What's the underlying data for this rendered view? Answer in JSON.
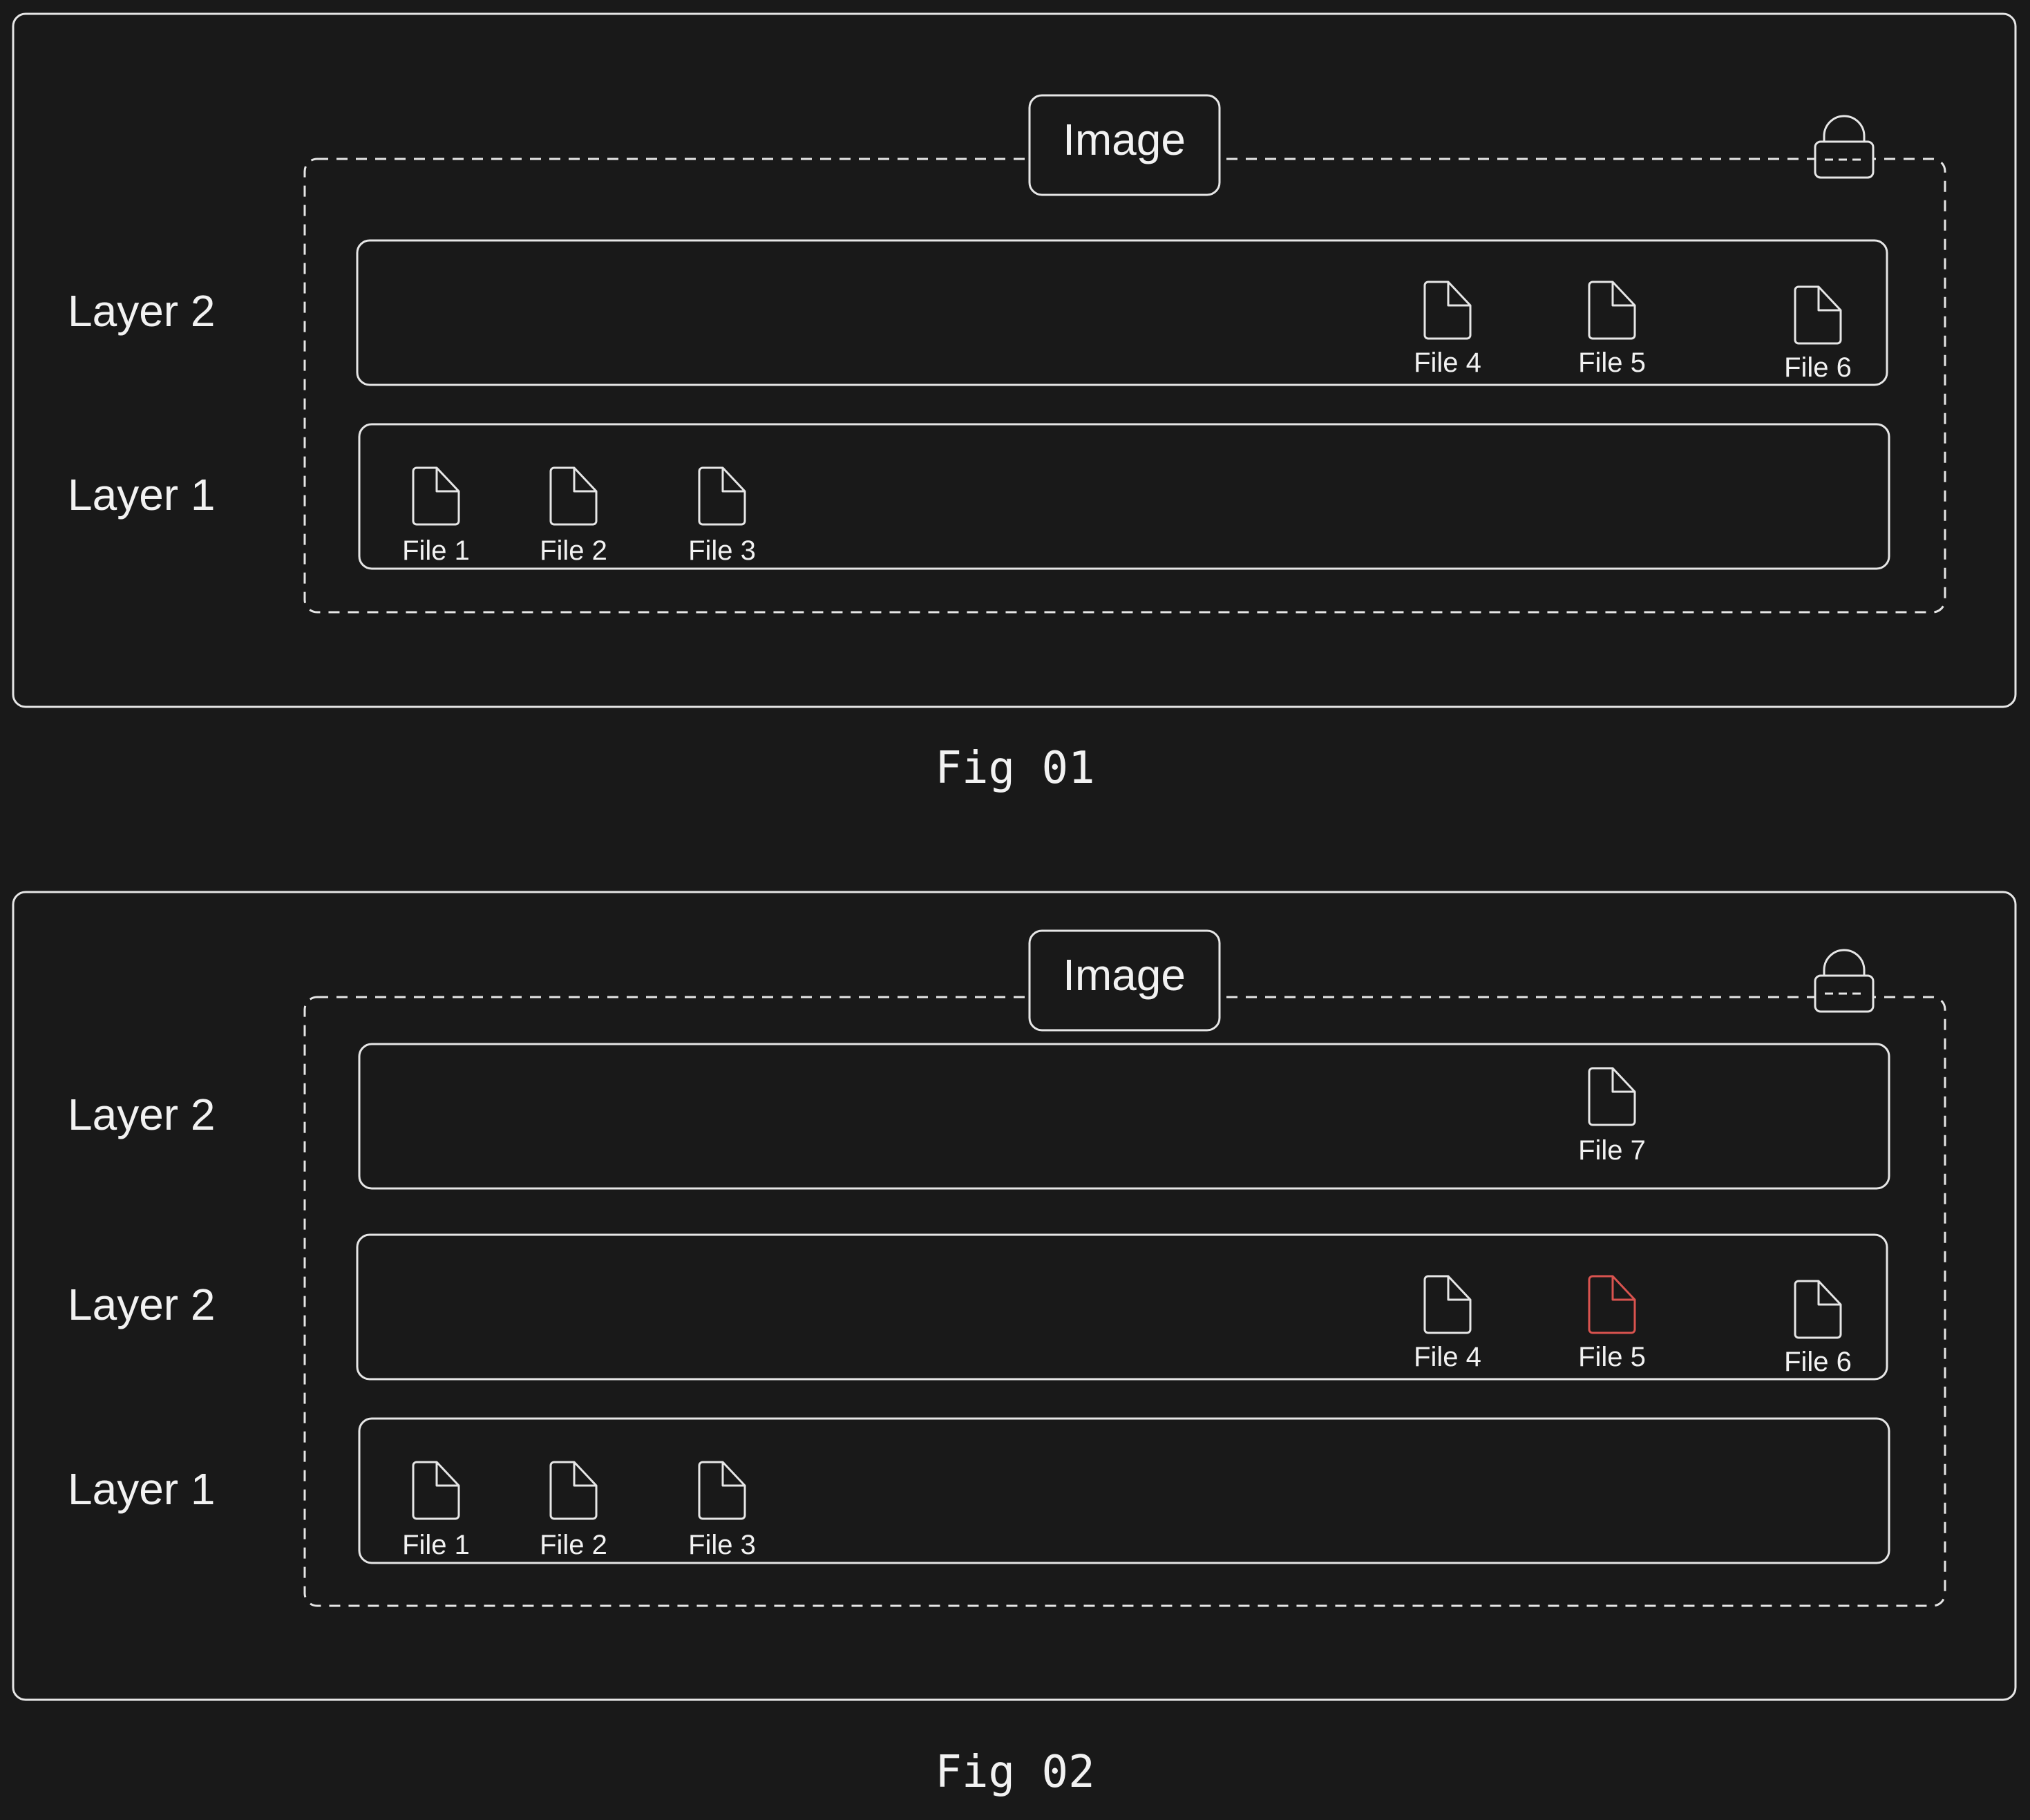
{
  "colors": {
    "background": "#191919",
    "stroke": "#e6e6e6",
    "text": "#f2f2f2",
    "highlight": "#d9534f"
  },
  "figures": [
    {
      "caption": "Fig 01",
      "image_label": "Image",
      "lock_icon": "lock-icon",
      "layers": [
        {
          "label": "Layer 2",
          "files": [
            {
              "label": "File 4",
              "icon": "file-icon",
              "highlighted": false
            },
            {
              "label": "File 5",
              "icon": "file-icon",
              "highlighted": false
            },
            {
              "label": "File 6",
              "icon": "file-icon",
              "highlighted": false
            }
          ]
        },
        {
          "label": "Layer 1",
          "files": [
            {
              "label": "File 1",
              "icon": "file-icon",
              "highlighted": false
            },
            {
              "label": "File 2",
              "icon": "file-icon",
              "highlighted": false
            },
            {
              "label": "File 3",
              "icon": "file-icon",
              "highlighted": false
            }
          ]
        }
      ]
    },
    {
      "caption": "Fig 02",
      "image_label": "Image",
      "lock_icon": "lock-icon",
      "layers": [
        {
          "label": "Layer 2",
          "files": [
            {
              "label": "File 7",
              "icon": "file-icon",
              "highlighted": false
            }
          ]
        },
        {
          "label": "Layer 2",
          "files": [
            {
              "label": "File 4",
              "icon": "file-icon",
              "highlighted": false
            },
            {
              "label": "File 5",
              "icon": "file-icon",
              "highlighted": true
            },
            {
              "label": "File 6",
              "icon": "file-icon",
              "highlighted": false
            }
          ]
        },
        {
          "label": "Layer 1",
          "files": [
            {
              "label": "File 1",
              "icon": "file-icon",
              "highlighted": false
            },
            {
              "label": "File 2",
              "icon": "file-icon",
              "highlighted": false
            },
            {
              "label": "File 3",
              "icon": "file-icon",
              "highlighted": false
            }
          ]
        }
      ]
    }
  ]
}
